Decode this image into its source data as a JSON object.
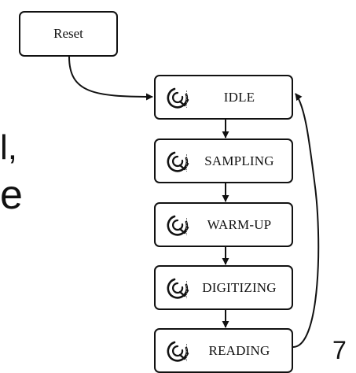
{
  "slide": {
    "text_fragment_1": "l,",
    "text_fragment_2": "e",
    "page_number": "7"
  },
  "diagram": {
    "reset_label": "Reset",
    "states": [
      {
        "label": "IDLE",
        "icon": "refresh-icon"
      },
      {
        "label": "SAMPLING",
        "icon": "refresh-icon"
      },
      {
        "label": "WARM-UP",
        "icon": "refresh-icon"
      },
      {
        "label": "DIGITIZING",
        "icon": "refresh-icon"
      },
      {
        "label": "READING",
        "icon": "refresh-icon"
      }
    ],
    "colors": {
      "stroke": "#111111",
      "background": "#ffffff"
    }
  }
}
